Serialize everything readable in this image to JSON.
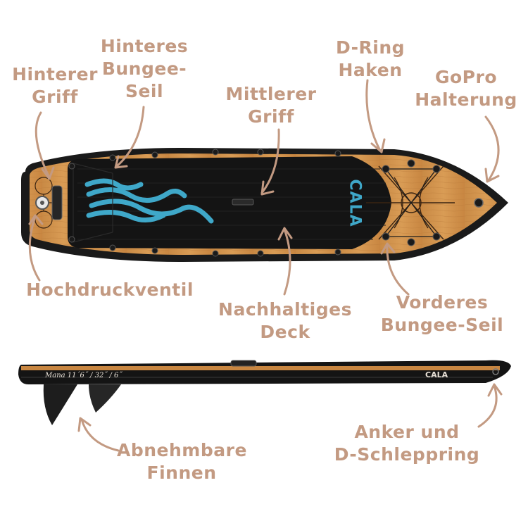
{
  "labels": {
    "rear_handle": [
      "Hinterer",
      "Griff"
    ],
    "rear_bungee": [
      "Hinteres",
      "Bungee-",
      "Seil"
    ],
    "center_handle": [
      "Mittlerer",
      "Griff"
    ],
    "d_ring": [
      "D-Ring",
      "Haken"
    ],
    "gopro": [
      "GoPro",
      "Halterung"
    ],
    "valve": [
      "Hochdruckventil"
    ],
    "deck": [
      "Nachhaltiges",
      "Deck"
    ],
    "front_bungee": [
      "Vorderes",
      "Bungee-Seil"
    ],
    "fins": [
      "Abnehmbare",
      "Finnen"
    ],
    "anchor": [
      "Anker und",
      "D-Schleppring"
    ]
  },
  "board": {
    "brand": "CALA",
    "side_print": "Mana 11´6˝ / 32˝ / 6˝"
  },
  "colors": {
    "label": "#c39a82",
    "wood": "#d3924a",
    "deck": "#161616",
    "accent": "#3fa8c9"
  }
}
